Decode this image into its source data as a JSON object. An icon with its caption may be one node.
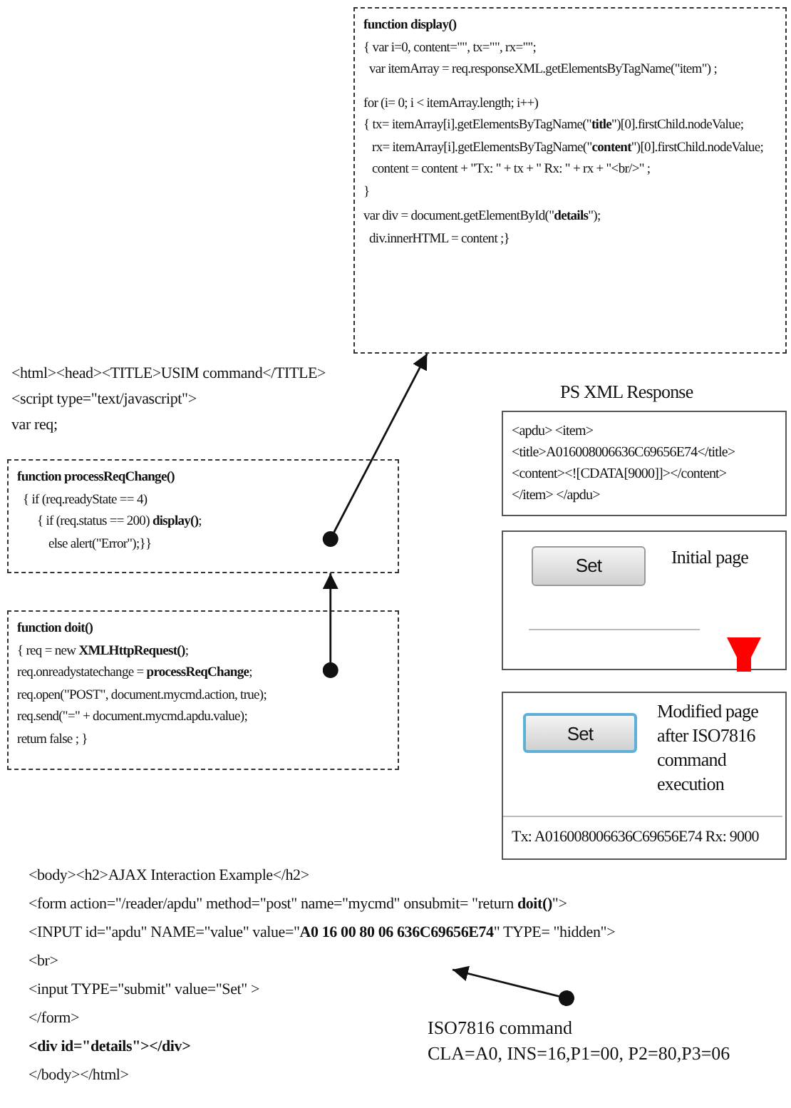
{
  "diagram": {
    "nodes": [
      {
        "text": [
          "**function display()**",
          "{ var i=0, content=\"\", tx=\"\", rx=\"\";",
          " var itemArray = req.responseXML.getElementsByTagName(\"item\") ;",
          "for (i= 0; i < itemArray.length; i++)",
          "{ tx= itemArray[i].getElementsByTagName(\"**title**\")[0].firstChild.nodeValue;",
          "rx= itemArray[i].getElementsByTagName(\"**content**\")[0].firstChild.nodeValue;",
          "content = content + \"Tx: \" + tx + \" Rx: \" + rx + \"<br/>\" ;",
          "}",
          "var div = document.getElementById(\"**details**\");",
          "div.innerHTML = content ;}"
        ]
      },
      {
        "text": [
          "**function processReqChange()**",
          "{ if (req.readyState == 4)",
          "{ if (req.status == 200) **display()**;",
          "else alert(\"Error\");}}"
        ]
      },
      {
        "text": [
          "**function doit()**",
          "{ req = new **XMLHttpRequest()**;",
          "req.onreadystatechange = **processReqChange**;",
          "req.open(\"POST\", document.mycmd.action, true);",
          "req.send(\"=\" + document.mycmd.apdu.value);",
          "return false ; }"
        ]
      },
      {
        "text": [
          "PS XML Response",
          "<apdu> <item>",
          "<title>A016008006636C69656E74</title>",
          "<content><![CDATA[9000]]></content>",
          "</item> </apdu>"
        ]
      },
      {
        "text": [
          "Initial page"
        ]
      },
      {
        "text": [
          "Set"
        ],
        "in": 4
      },
      {
        "text": [
          "Modified page after ISO7816 command execution",
          "Tx: A016008006636C69656E74 Rx: 9000"
        ]
      },
      {
        "text": [
          "Set"
        ],
        "in": 6
      },
      {
        "text": [
          "ISO7816 command",
          "CLA=A0, INS=16,P1=00, P2=80,P3=06"
        ]
      }
    ],
    "edges": [
      {
        "from": 1,
        "to": 0,
        "arrow": "to"
      },
      {
        "from": 2,
        "to": 1,
        "arrow": "to"
      },
      {
        "from": null,
        "to": 6,
        "arrow": "to",
        "style": "thick",
        "color": "#ff0000"
      },
      {
        "from": 8,
        "to": null,
        "arrow": "to"
      }
    ],
    "labels": [
      "<html><head><TITLE>USIM command</TITLE>",
      "<script type=\"text/javascript\">",
      "var req;",
      "<body><h2>AJAX Interaction  Example</h2>",
      "<form action=\"/reader/apdu\"  method=\"post\" name=\"mycmd\"  onsubmit= \"return **doit()**\">",
      "<INPUT id=\"apdu\" NAME=\"value\"  value=\"**A0 16 00 80 06 636C69656E74**\" TYPE= \"hidden\">",
      "<br>",
      "<input TYPE=\"submit\" value=\"Set\" >",
      "</form>",
      "**<div id=\"details\"></div>**",
      "</body></html>"
    ]
  }
}
